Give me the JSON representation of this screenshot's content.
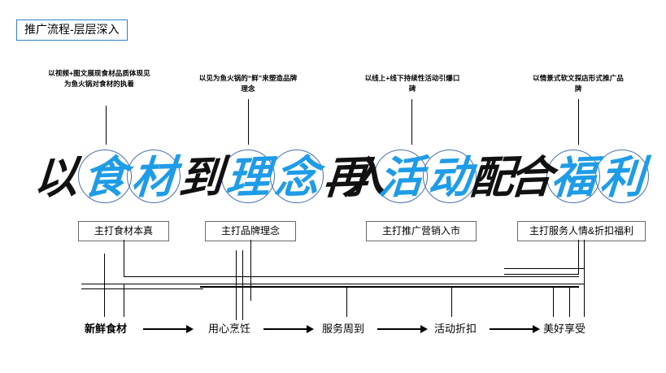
{
  "title": {
    "text": "推广流程-层层深入",
    "border_color": "#2f7fd0"
  },
  "annotations": [
    {
      "id": "annotation-1",
      "text": "以视频+图文展现食材品质体现见为鱼火锅对食材的执着"
    },
    {
      "id": "annotation-2",
      "text": "以见为鱼火锅的“鲜”来塑造品牌理念"
    },
    {
      "id": "annotation-3",
      "text": "以线上+线下持续性活动引爆口碑"
    },
    {
      "id": "annotation-4",
      "text": "以情景式软文探店形式推广品牌"
    }
  ],
  "calligraphy": {
    "phrase": "以食材到理念再入活动配合福利",
    "highlight_color": "#1f9ce8",
    "ink_color": "#111111",
    "glyphs": [
      {
        "char": "以",
        "highlighted": false
      },
      {
        "char": "食",
        "highlighted": true
      },
      {
        "char": "材",
        "highlighted": true
      },
      {
        "char": "到",
        "highlighted": false
      },
      {
        "char": "理",
        "highlighted": true
      },
      {
        "char": "念",
        "highlighted": true
      },
      {
        "char": "再",
        "highlighted": false
      },
      {
        "char": "入",
        "highlighted": false
      },
      {
        "char": "活",
        "highlighted": true
      },
      {
        "char": "动",
        "highlighted": true
      },
      {
        "char": "配",
        "highlighted": false
      },
      {
        "char": "合",
        "highlighted": false
      },
      {
        "char": "福",
        "highlighted": true
      },
      {
        "char": "利",
        "highlighted": true
      }
    ]
  },
  "stage_labels": [
    {
      "id": "stage-label-1",
      "text": "主打食材本真"
    },
    {
      "id": "stage-label-2",
      "text": "主打品牌理念"
    },
    {
      "id": "stage-label-3",
      "text": "主打推广营销入市"
    },
    {
      "id": "stage-label-4",
      "text": "主打服务人情&折扣福利"
    }
  ],
  "flow": {
    "steps": [
      {
        "id": "flow-step-1",
        "text": "新鲜食材",
        "bold": true
      },
      {
        "id": "flow-step-2",
        "text": "用心烹饪",
        "bold": false
      },
      {
        "id": "flow-step-3",
        "text": "服务周到",
        "bold": false
      },
      {
        "id": "flow-step-4",
        "text": "活动折扣",
        "bold": false
      },
      {
        "id": "flow-step-5",
        "text": "美好享受",
        "bold": false
      }
    ],
    "arrow_count": 4
  }
}
